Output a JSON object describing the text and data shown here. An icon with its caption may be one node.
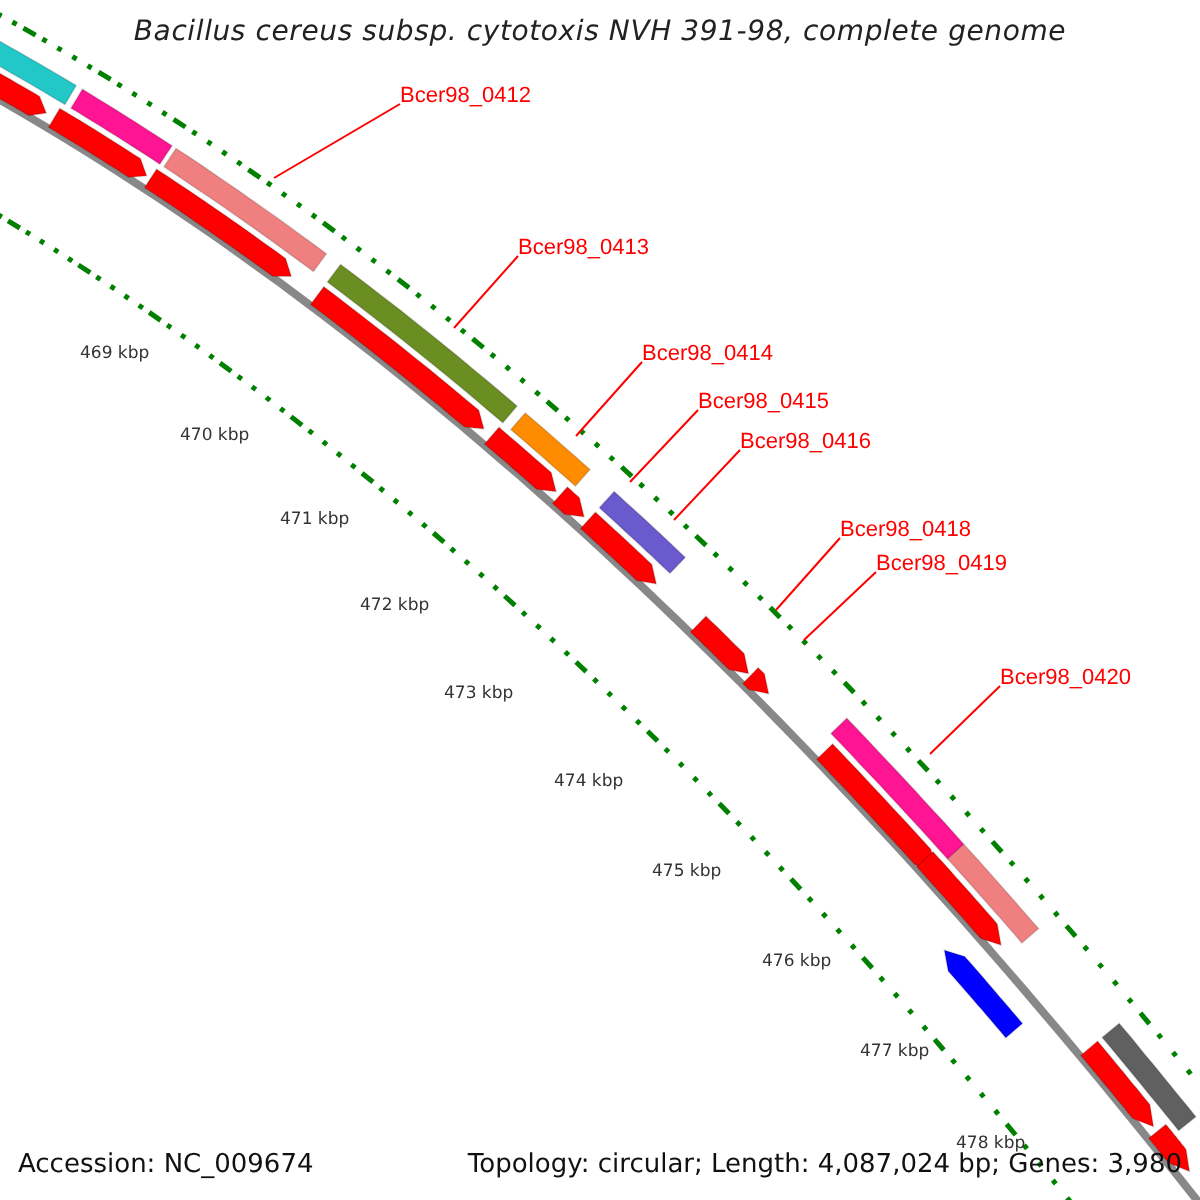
{
  "diagram": {
    "title": "Bacillus cereus subsp. cytotoxis NVH 391-98, complete genome",
    "nodes": [
      {
        "text": [
          "Bcer98_0412"
        ]
      },
      {
        "text": [
          "Bcer98_0413"
        ]
      },
      {
        "text": [
          "Bcer98_0414"
        ]
      },
      {
        "text": [
          "Bcer98_0415"
        ]
      },
      {
        "text": [
          "Bcer98_0416"
        ]
      },
      {
        "text": [
          "Bcer98_0418"
        ]
      },
      {
        "text": [
          "Bcer98_0419"
        ]
      },
      {
        "text": [
          "Bcer98_0420"
        ]
      }
    ],
    "edges": [
      {
        "from": 0,
        "to": null,
        "arrow": "none"
      },
      {
        "from": 1,
        "to": null,
        "arrow": "none"
      },
      {
        "from": 2,
        "to": null,
        "arrow": "none"
      },
      {
        "from": 3,
        "to": null,
        "arrow": "none"
      },
      {
        "from": 4,
        "to": null,
        "arrow": "none"
      },
      {
        "from": 5,
        "to": null,
        "arrow": "none"
      },
      {
        "from": 6,
        "to": null,
        "arrow": "none"
      },
      {
        "from": 7,
        "to": null,
        "arrow": "none"
      }
    ],
    "labels": [
      "469 kbp",
      "470 kbp",
      "471 kbp",
      "472 kbp",
      "473 kbp",
      "474 kbp",
      "475 kbp",
      "476 kbp",
      "477 kbp",
      "478 kbp",
      "Accession: NC_009674",
      "Topology: circular; Length: 4,087,024 bp; Genes: 3,980"
    ]
  }
}
